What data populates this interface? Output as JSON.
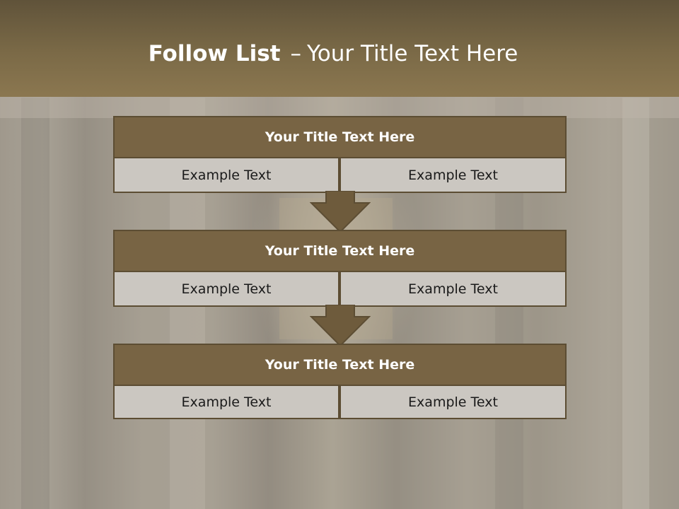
{
  "slide": {
    "title_bold": "Follow List",
    "title_dash": "–",
    "title_rest": "Your Title Text Here"
  },
  "steps": [
    {
      "title": "Your Title Text Here",
      "left": "Example Text",
      "right": "Example Text"
    },
    {
      "title": "Your Title Text Here",
      "left": "Example Text",
      "right": "Example Text"
    },
    {
      "title": "Your Title Text Here",
      "left": "Example Text",
      "right": "Example Text"
    }
  ],
  "colors": {
    "header": "#7b6a47",
    "box_head": "#786444",
    "box_border": "#5c4d33",
    "cell": "#cbc7c1",
    "arrow": "#6e5b3c"
  }
}
